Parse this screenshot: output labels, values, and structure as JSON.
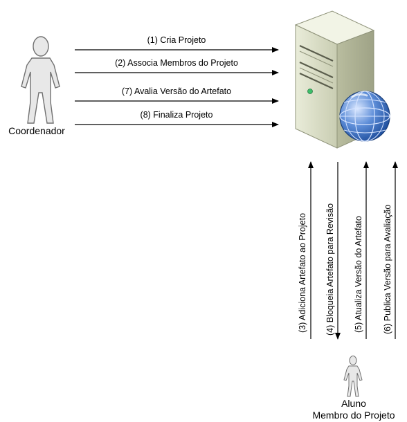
{
  "actors": {
    "coordinator": {
      "name": "Coordenador"
    },
    "student": {
      "name_line1": "Aluno",
      "name_line2": "Membro do Projeto"
    }
  },
  "coordinator_messages": [
    {
      "label": "(1) Cria Projeto"
    },
    {
      "label": "(2) Associa Membros do Projeto"
    },
    {
      "label": "(7) Avalia Versão do Artefato"
    },
    {
      "label": "(8) Finaliza Projeto"
    }
  ],
  "student_messages": [
    {
      "label": "(3) Adiciona Artefato ao Projeto"
    },
    {
      "label": "(4) Bloqueia Artefato para Revisão"
    },
    {
      "label": "(5) Atualiza Versão do Artefato"
    },
    {
      "label": "(6) Publica Versão para Avaliação"
    }
  ],
  "server": {
    "icon": "server-with-globe-icon"
  }
}
